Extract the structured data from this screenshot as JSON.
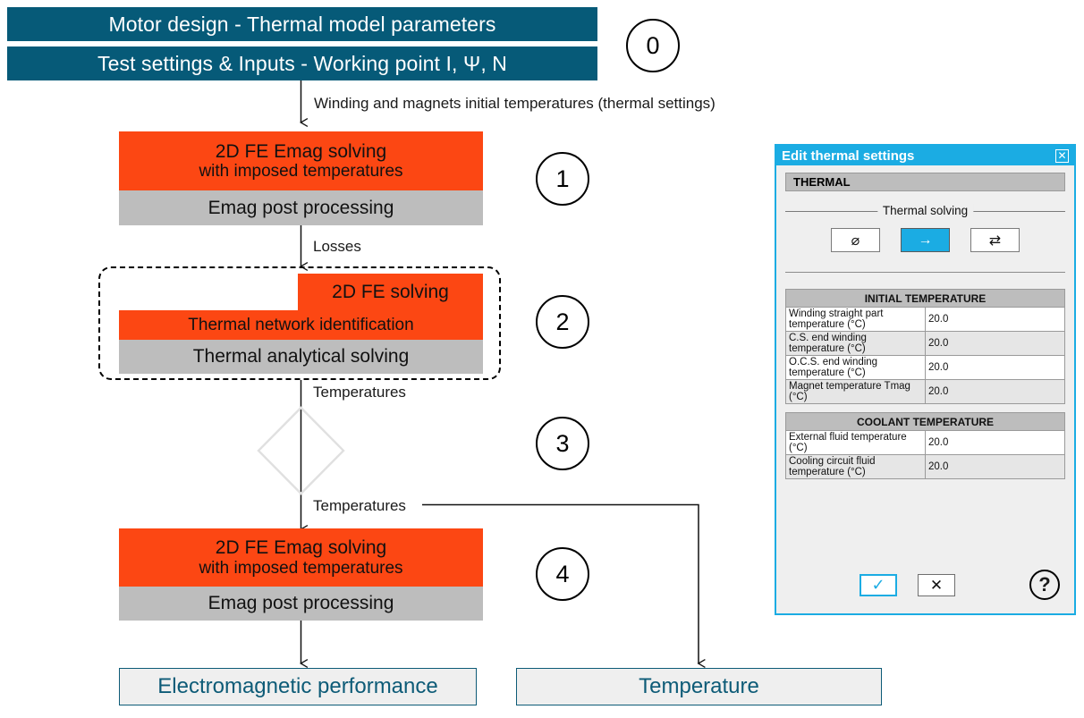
{
  "flow": {
    "headers": [
      {
        "label": "Motor design - Thermal model parameters"
      },
      {
        "label": "Test settings & Inputs - Working point I, Ψ, N"
      }
    ],
    "edge_labels": {
      "initial_temps": "Winding and magnets initial temperatures (thermal settings)",
      "losses": "Losses",
      "temperatures_1": "Temperatures",
      "temperatures_2": "Temperatures"
    },
    "stages": [
      {
        "number": "0"
      },
      {
        "number": "1"
      },
      {
        "number": "2"
      },
      {
        "number": "3"
      },
      {
        "number": "4"
      }
    ],
    "block1": {
      "title": "2D FE Emag solving",
      "subtitle": "with imposed temperatures",
      "footer": "Emag post processing"
    },
    "block2": {
      "row1": "2D FE solving",
      "row2": "Thermal network identification",
      "row3": "Thermal analytical solving"
    },
    "block4": {
      "title": "2D FE Emag solving",
      "subtitle": "with imposed temperatures",
      "footer": "Emag post processing"
    },
    "results": [
      {
        "label": "Electromagnetic performance"
      },
      {
        "label": "Temperature"
      }
    ]
  },
  "dialog": {
    "title": "Edit thermal settings",
    "close_icon": "✕",
    "section_title": "THERMAL",
    "solving": {
      "legend": "Thermal solving",
      "options": [
        {
          "icon": "⌀",
          "name": "no-thermal",
          "selected": false
        },
        {
          "icon": "→",
          "name": "one-way",
          "selected": true
        },
        {
          "icon": "⇄",
          "name": "two-way",
          "selected": false
        }
      ]
    },
    "tables": [
      {
        "header": "INITIAL TEMPERATURE",
        "rows": [
          {
            "label": "Winding straight part temperature (°C)",
            "value": "20.0"
          },
          {
            "label": "C.S. end winding temperature (°C)",
            "value": "20.0"
          },
          {
            "label": "O.C.S. end winding temperature (°C)",
            "value": "20.0"
          },
          {
            "label": "Magnet temperature Tmag (°C)",
            "value": "20.0"
          }
        ]
      },
      {
        "header": "COOLANT TEMPERATURE",
        "rows": [
          {
            "label": "External fluid temperature (°C)",
            "value": "20.0"
          },
          {
            "label": "Cooling circuit fluid temperature (°C)",
            "value": "20.0"
          }
        ]
      }
    ],
    "footer": {
      "ok_icon": "✓",
      "cancel_icon": "✕",
      "help_icon": "?"
    }
  },
  "colors": {
    "teal": "#065A78",
    "orange": "#FC4713",
    "gray": "#BDBDBD",
    "dialog_blue": "#1BACE3",
    "diamond": "#E0E0E0"
  }
}
